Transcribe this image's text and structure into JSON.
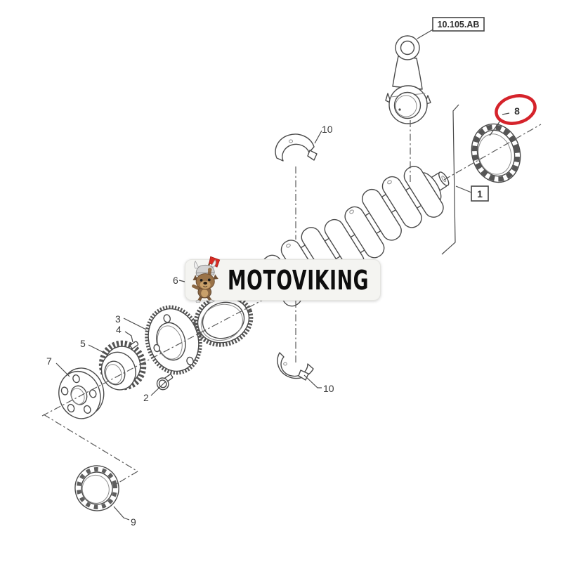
{
  "page": {
    "background": "#ffffff"
  },
  "diagram": {
    "reference_label": "10.105.AB",
    "callouts": {
      "c1": "1",
      "c2": "2",
      "c3": "3",
      "c4": "4",
      "c5": "5",
      "c6": "6",
      "c7": "7",
      "c8": "8",
      "c9": "9",
      "c10_upper": "10",
      "c10_lower": "10"
    },
    "highlight": {
      "part": "8",
      "color": "#d5232b"
    }
  },
  "watermark": {
    "brand": "MOTOVIKING",
    "logo": "viking-dog-icon",
    "background": "#f4f4f1",
    "text_color": "#0d0d0d"
  },
  "colors": {
    "line": "#4a4a4a",
    "background": "#ffffff"
  }
}
